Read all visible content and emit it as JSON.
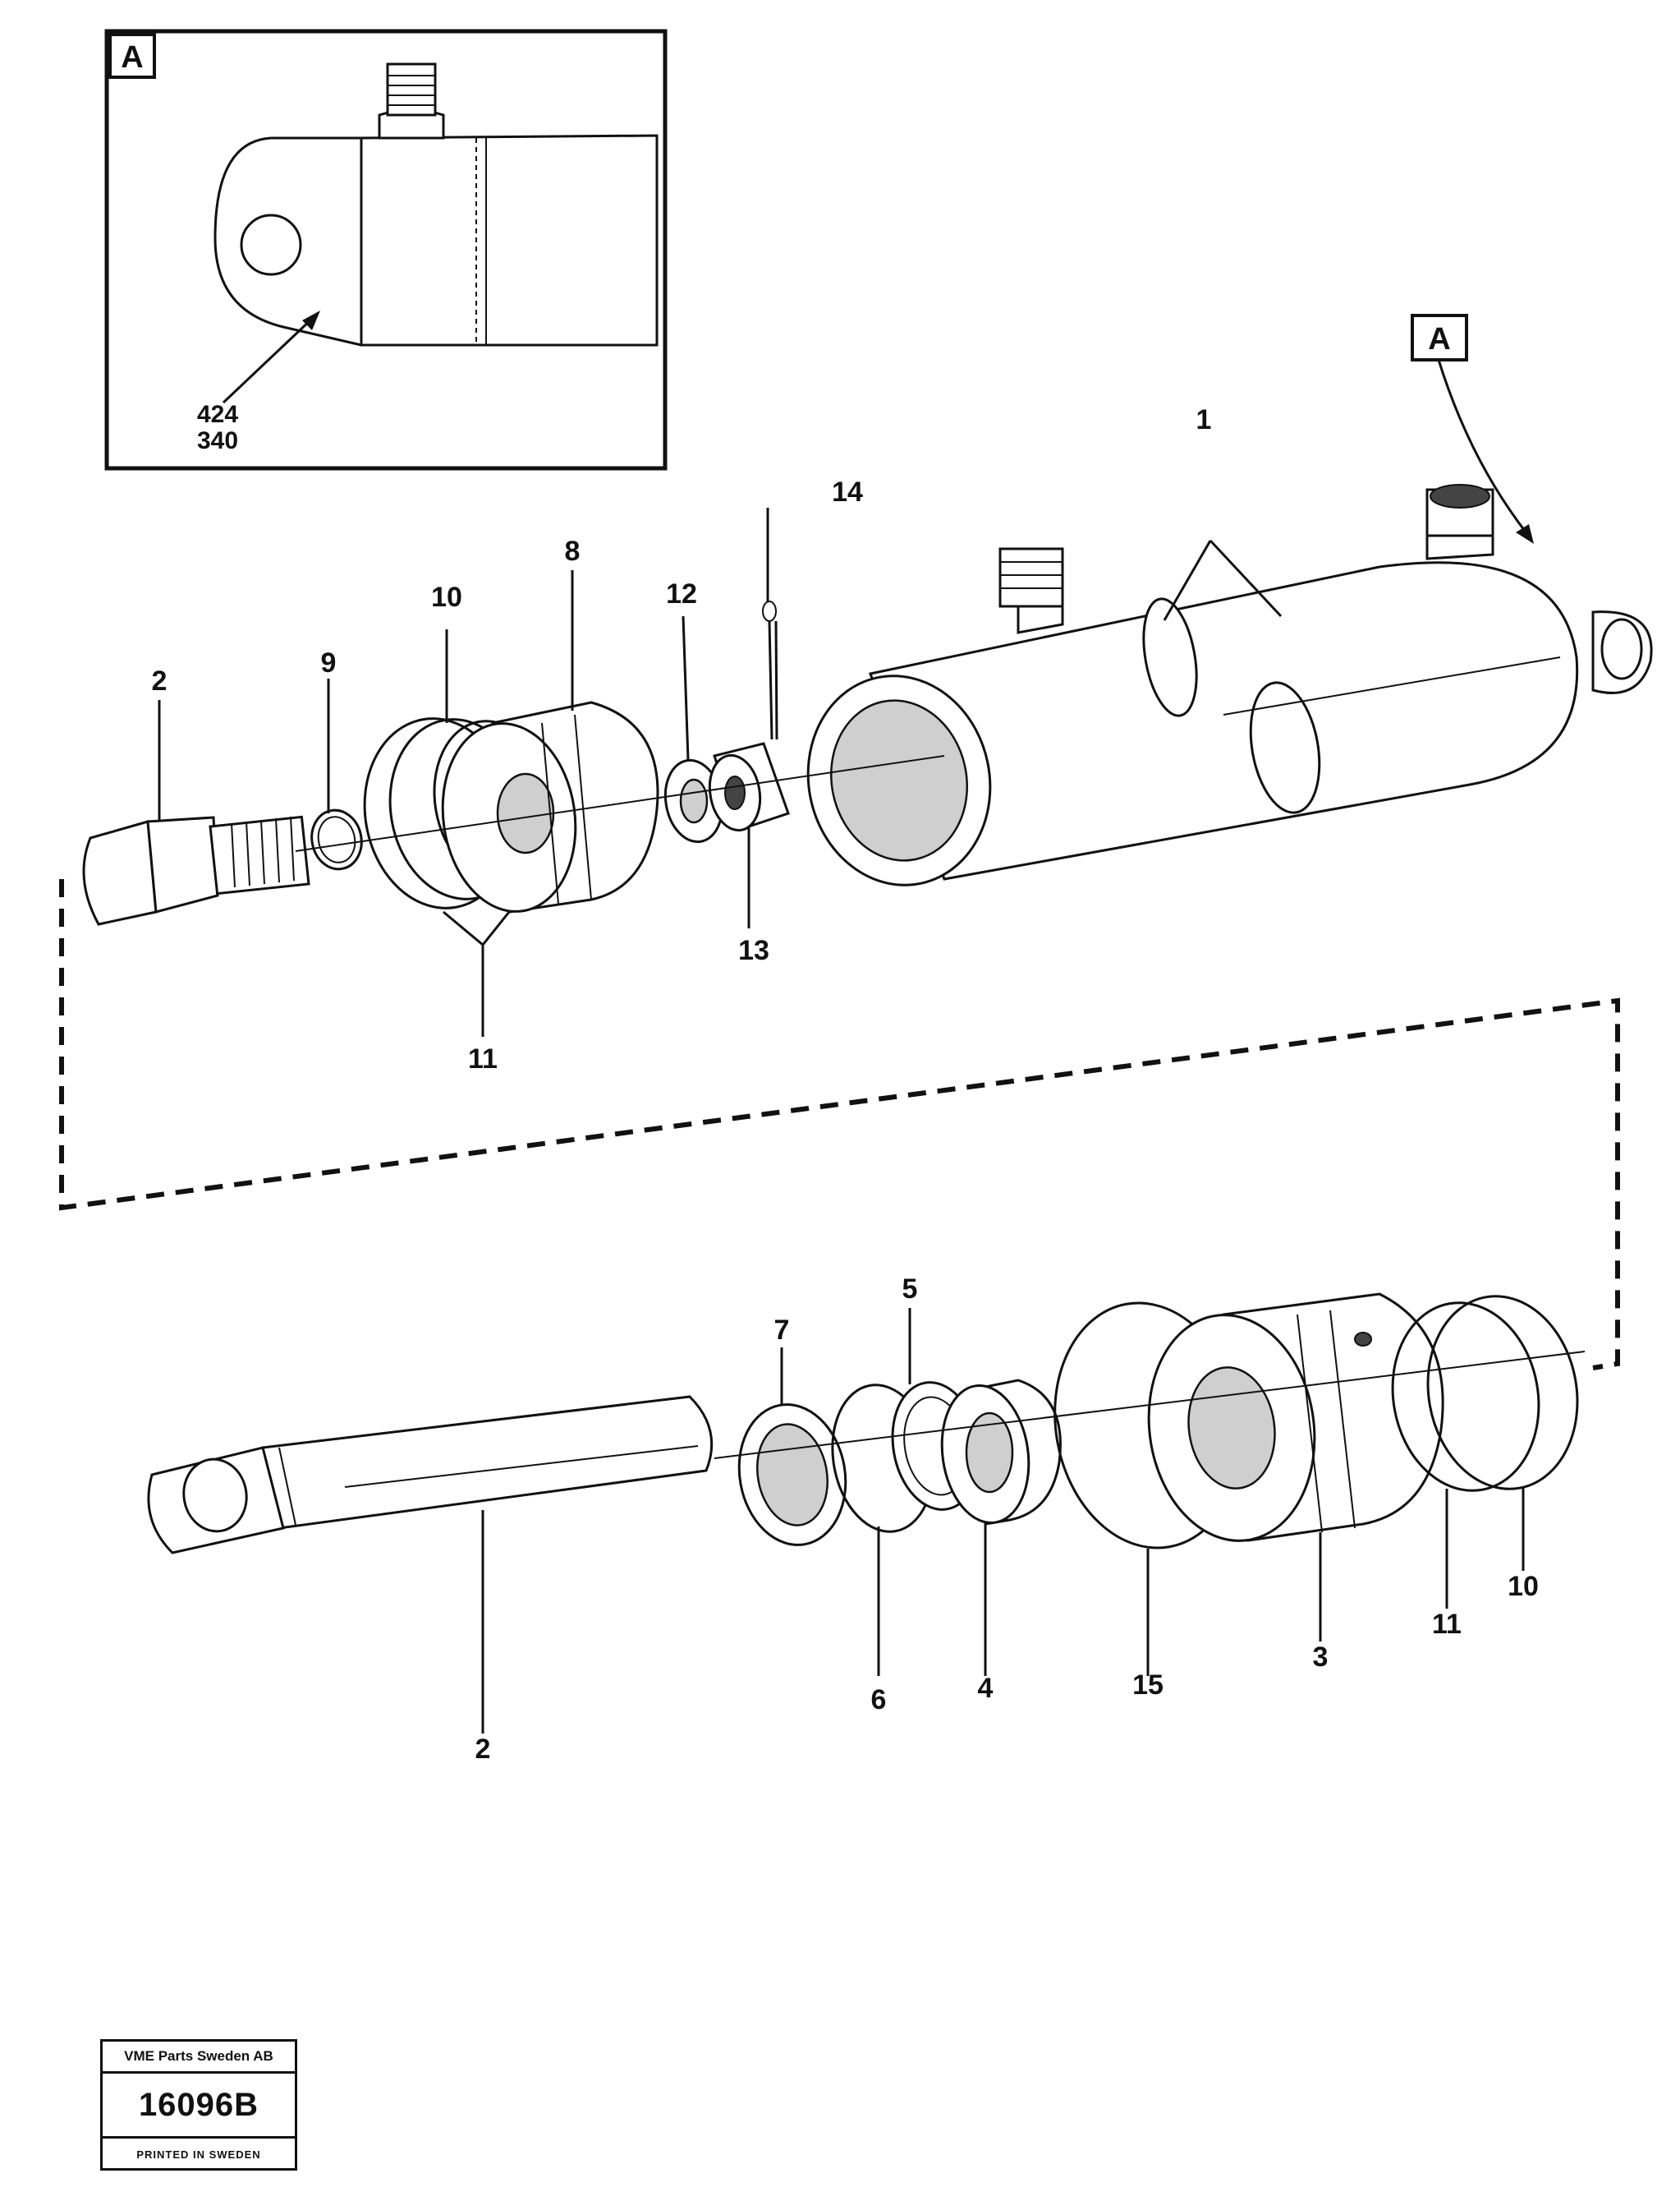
{
  "detail_view": {
    "letter": "A",
    "ref_top": "424",
    "ref_bottom": "340"
  },
  "view_marker": "A",
  "part_labels": {
    "p1": "1",
    "p2_top": "2",
    "p2_bottom": "2",
    "p3": "3",
    "p4": "4",
    "p5": "5",
    "p6": "6",
    "p7": "7",
    "p8": "8",
    "p9": "9",
    "p10_top": "10",
    "p10_bottom": "10",
    "p11_top": "11",
    "p11_bottom": "11",
    "p12": "12",
    "p13": "13",
    "p14": "14",
    "p15": "15"
  },
  "stamp": {
    "company": "VME Parts Sweden AB",
    "number": "16096B",
    "printed": "PRINTED IN SWEDEN"
  }
}
